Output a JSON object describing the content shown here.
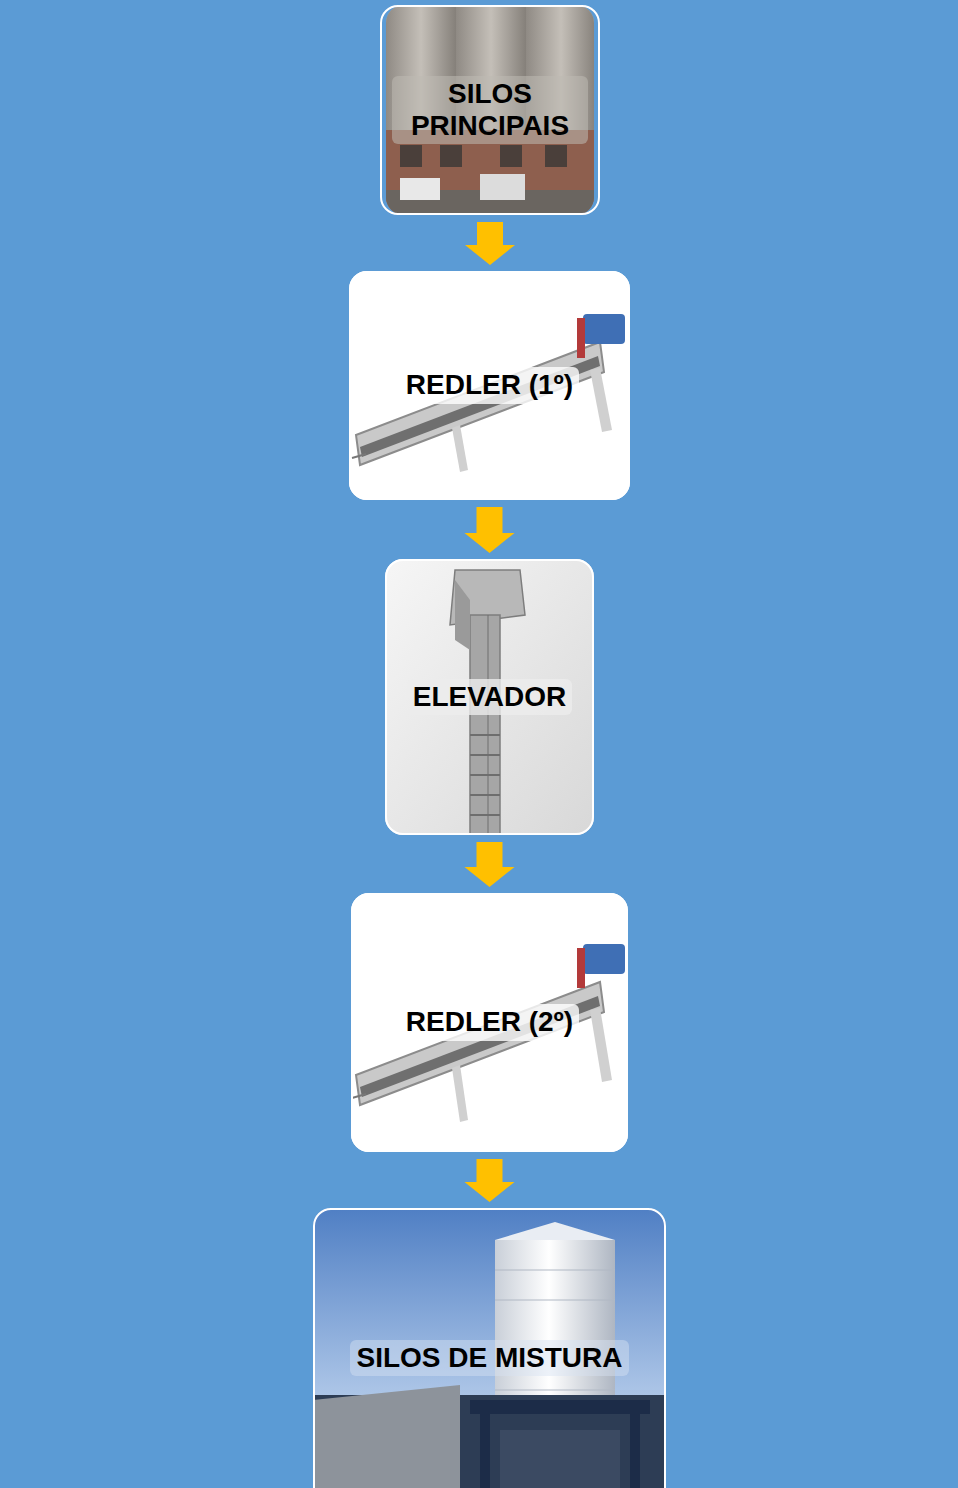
{
  "diagram": {
    "nodes": [
      {
        "text": [
          "SILOS PRINCIPAIS"
        ]
      },
      {
        "text": [
          "REDLER (1º)"
        ]
      },
      {
        "text": [
          "ELEVADOR"
        ]
      },
      {
        "text": [
          "REDLER (2º)"
        ]
      },
      {
        "text": [
          "SILOS DE MISTURA"
        ]
      }
    ],
    "edges": [
      {
        "from": 0,
        "to": 1,
        "arrow": "to"
      },
      {
        "from": 1,
        "to": 2,
        "arrow": "to"
      },
      {
        "from": 2,
        "to": 3,
        "arrow": "to"
      },
      {
        "from": 3,
        "to": 4,
        "arrow": "to"
      }
    ]
  }
}
